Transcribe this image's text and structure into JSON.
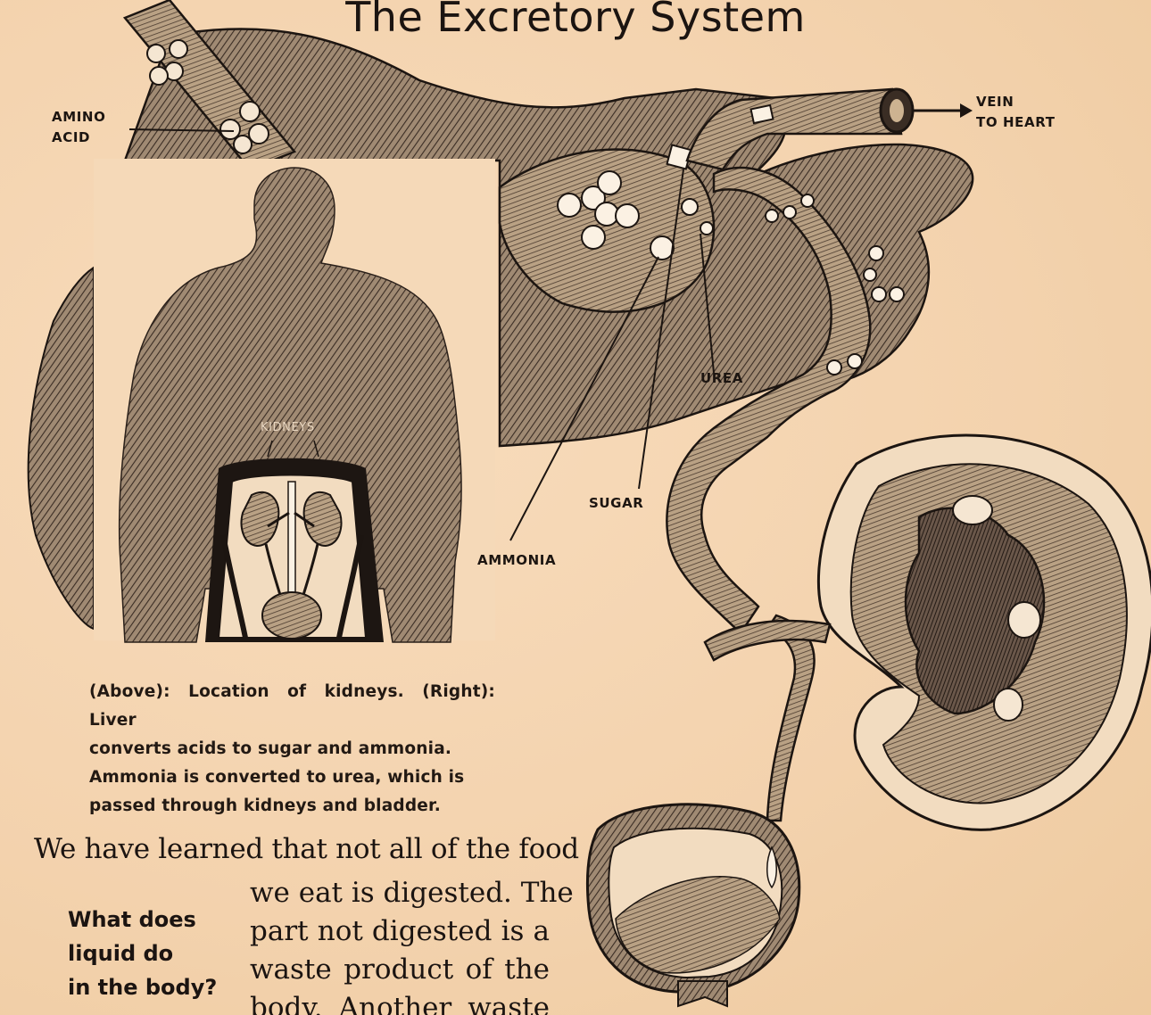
{
  "page": {
    "title": "The Excretory System"
  },
  "labels": {
    "amino_acid_line1": "AMINO",
    "amino_acid_line2": "ACID",
    "vein_line1": "VEIN",
    "vein_line2": "TO HEART",
    "urea": "UREA",
    "sugar": "SUGAR",
    "ammonia": "AMMONIA",
    "kidneys": "KIDNEYS"
  },
  "caption": {
    "line1_a": "(Above):",
    "line1_b": " Location of kidneys. ",
    "line1_c": "(Right):",
    "line1_d": " Liver",
    "line2": "converts acids to sugar and ammonia.",
    "line3": "Ammonia is converted to urea, which is",
    "line4": "passed through kidneys and bladder."
  },
  "body": {
    "first_line": "We have learned that not all of the food",
    "col_lines": [
      "we eat is digested. The",
      "part not digested is a",
      "waste product of the",
      "body. Another waste"
    ]
  },
  "sidebar_question": {
    "lines": [
      "What does",
      "liquid do",
      "in the body?"
    ]
  },
  "colors": {
    "paper": "#f5d7b4",
    "ink": "#1c1511"
  },
  "icons": [
    "arrow-right-icon"
  ]
}
